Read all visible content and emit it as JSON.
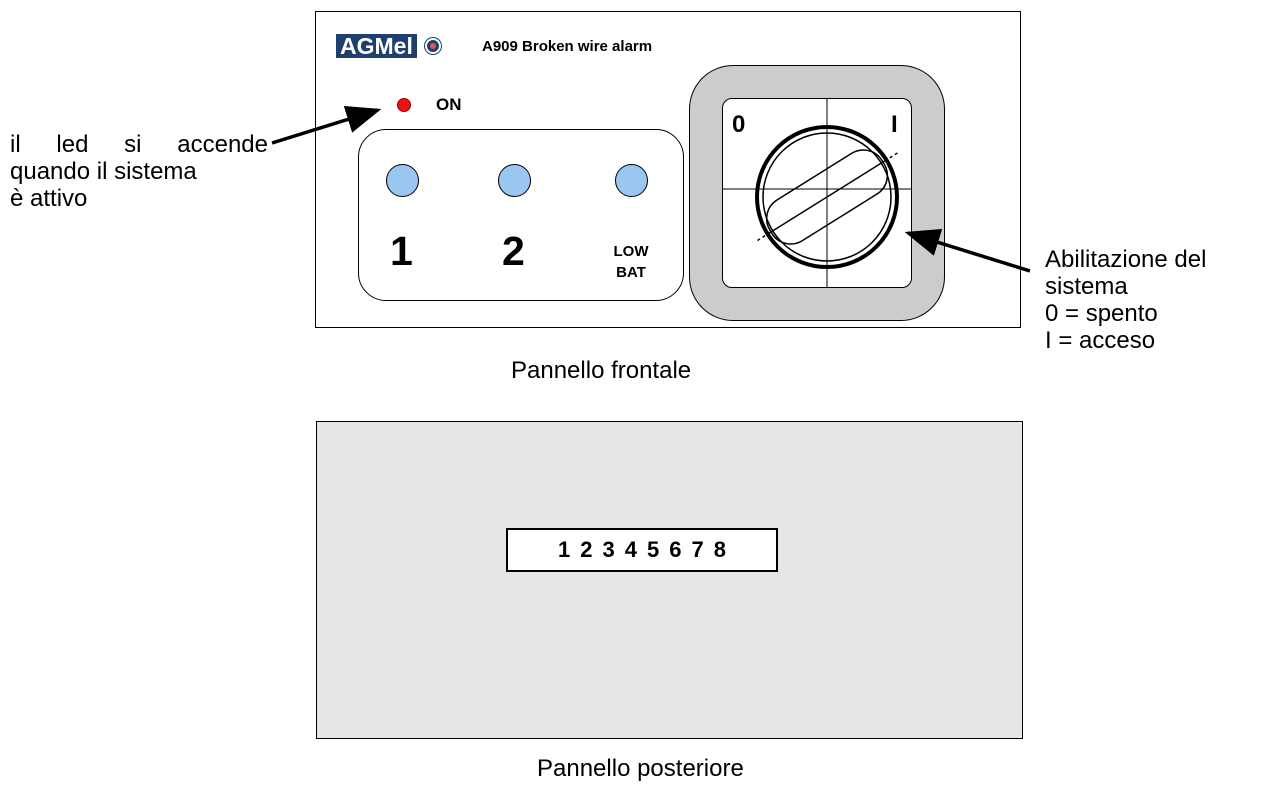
{
  "front_panel": {
    "brand": "AGMel",
    "model_title": "A909 Broken wire alarm",
    "power_led_label": "ON",
    "indicators": [
      {
        "label": "1"
      },
      {
        "label": "2"
      },
      {
        "label_line1": "LOW",
        "label_line2": "BAT"
      }
    ],
    "switch_positions": {
      "off": "0",
      "on": "I"
    },
    "caption": "Pannello frontale"
  },
  "annotations": {
    "led_note": {
      "line1": "il led si accende",
      "line2": "quando il sistema",
      "line3": "è attivo"
    },
    "switch_note": {
      "line1": "Abilitazione del",
      "line2": "sistema",
      "line3": "0 = spento",
      "line4": "I = acceso"
    }
  },
  "rear_panel": {
    "terminals": [
      "1",
      "2",
      "3",
      "4",
      "5",
      "6",
      "7",
      "8"
    ],
    "caption": "Pannello posteriore"
  },
  "colors": {
    "logo_background": "#1f3f6e",
    "power_led": "#ee1111",
    "indicator_led": "#9cc6f2",
    "switch_plate": "#cccccc",
    "rear_panel": "#e6e6e6"
  }
}
